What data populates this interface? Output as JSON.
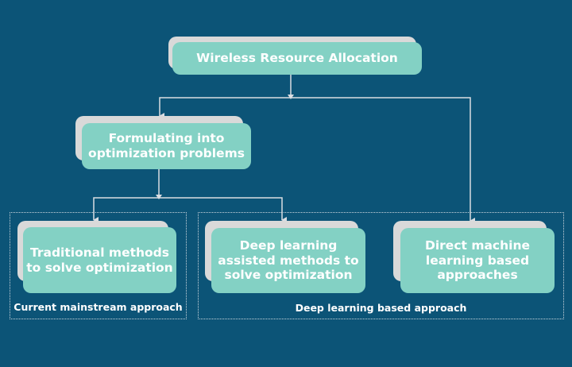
{
  "diagram": {
    "title": "Wireless Resource Allocation",
    "nodes": {
      "root": {
        "lines": [
          "Wireless Resource Allocation"
        ]
      },
      "formulate": {
        "lines": [
          "Formulating into",
          "optimization problems"
        ]
      },
      "traditional": {
        "lines": [
          "Traditional methods",
          "to solve optimization"
        ]
      },
      "dl_assisted": {
        "lines": [
          "Deep learning",
          "assisted methods to",
          "solve optimization"
        ]
      },
      "direct_ml": {
        "lines": [
          "Direct machine",
          "learning based",
          "approaches"
        ]
      }
    },
    "groups": {
      "current": {
        "label": "Current mainstream approach"
      },
      "deep": {
        "label": "Deep learning based approach"
      }
    },
    "edges": [
      {
        "from": "root",
        "to": "formulate"
      },
      {
        "from": "root",
        "to": "direct_ml"
      },
      {
        "from": "formulate",
        "to": "traditional"
      },
      {
        "from": "formulate",
        "to": "dl_assisted"
      }
    ],
    "colors": {
      "background": "#0c5477",
      "node_fill": "#83d1c4",
      "node_shadow": "#d9d9d9",
      "text": "#ffffff",
      "connector": "#d9dde2"
    }
  }
}
